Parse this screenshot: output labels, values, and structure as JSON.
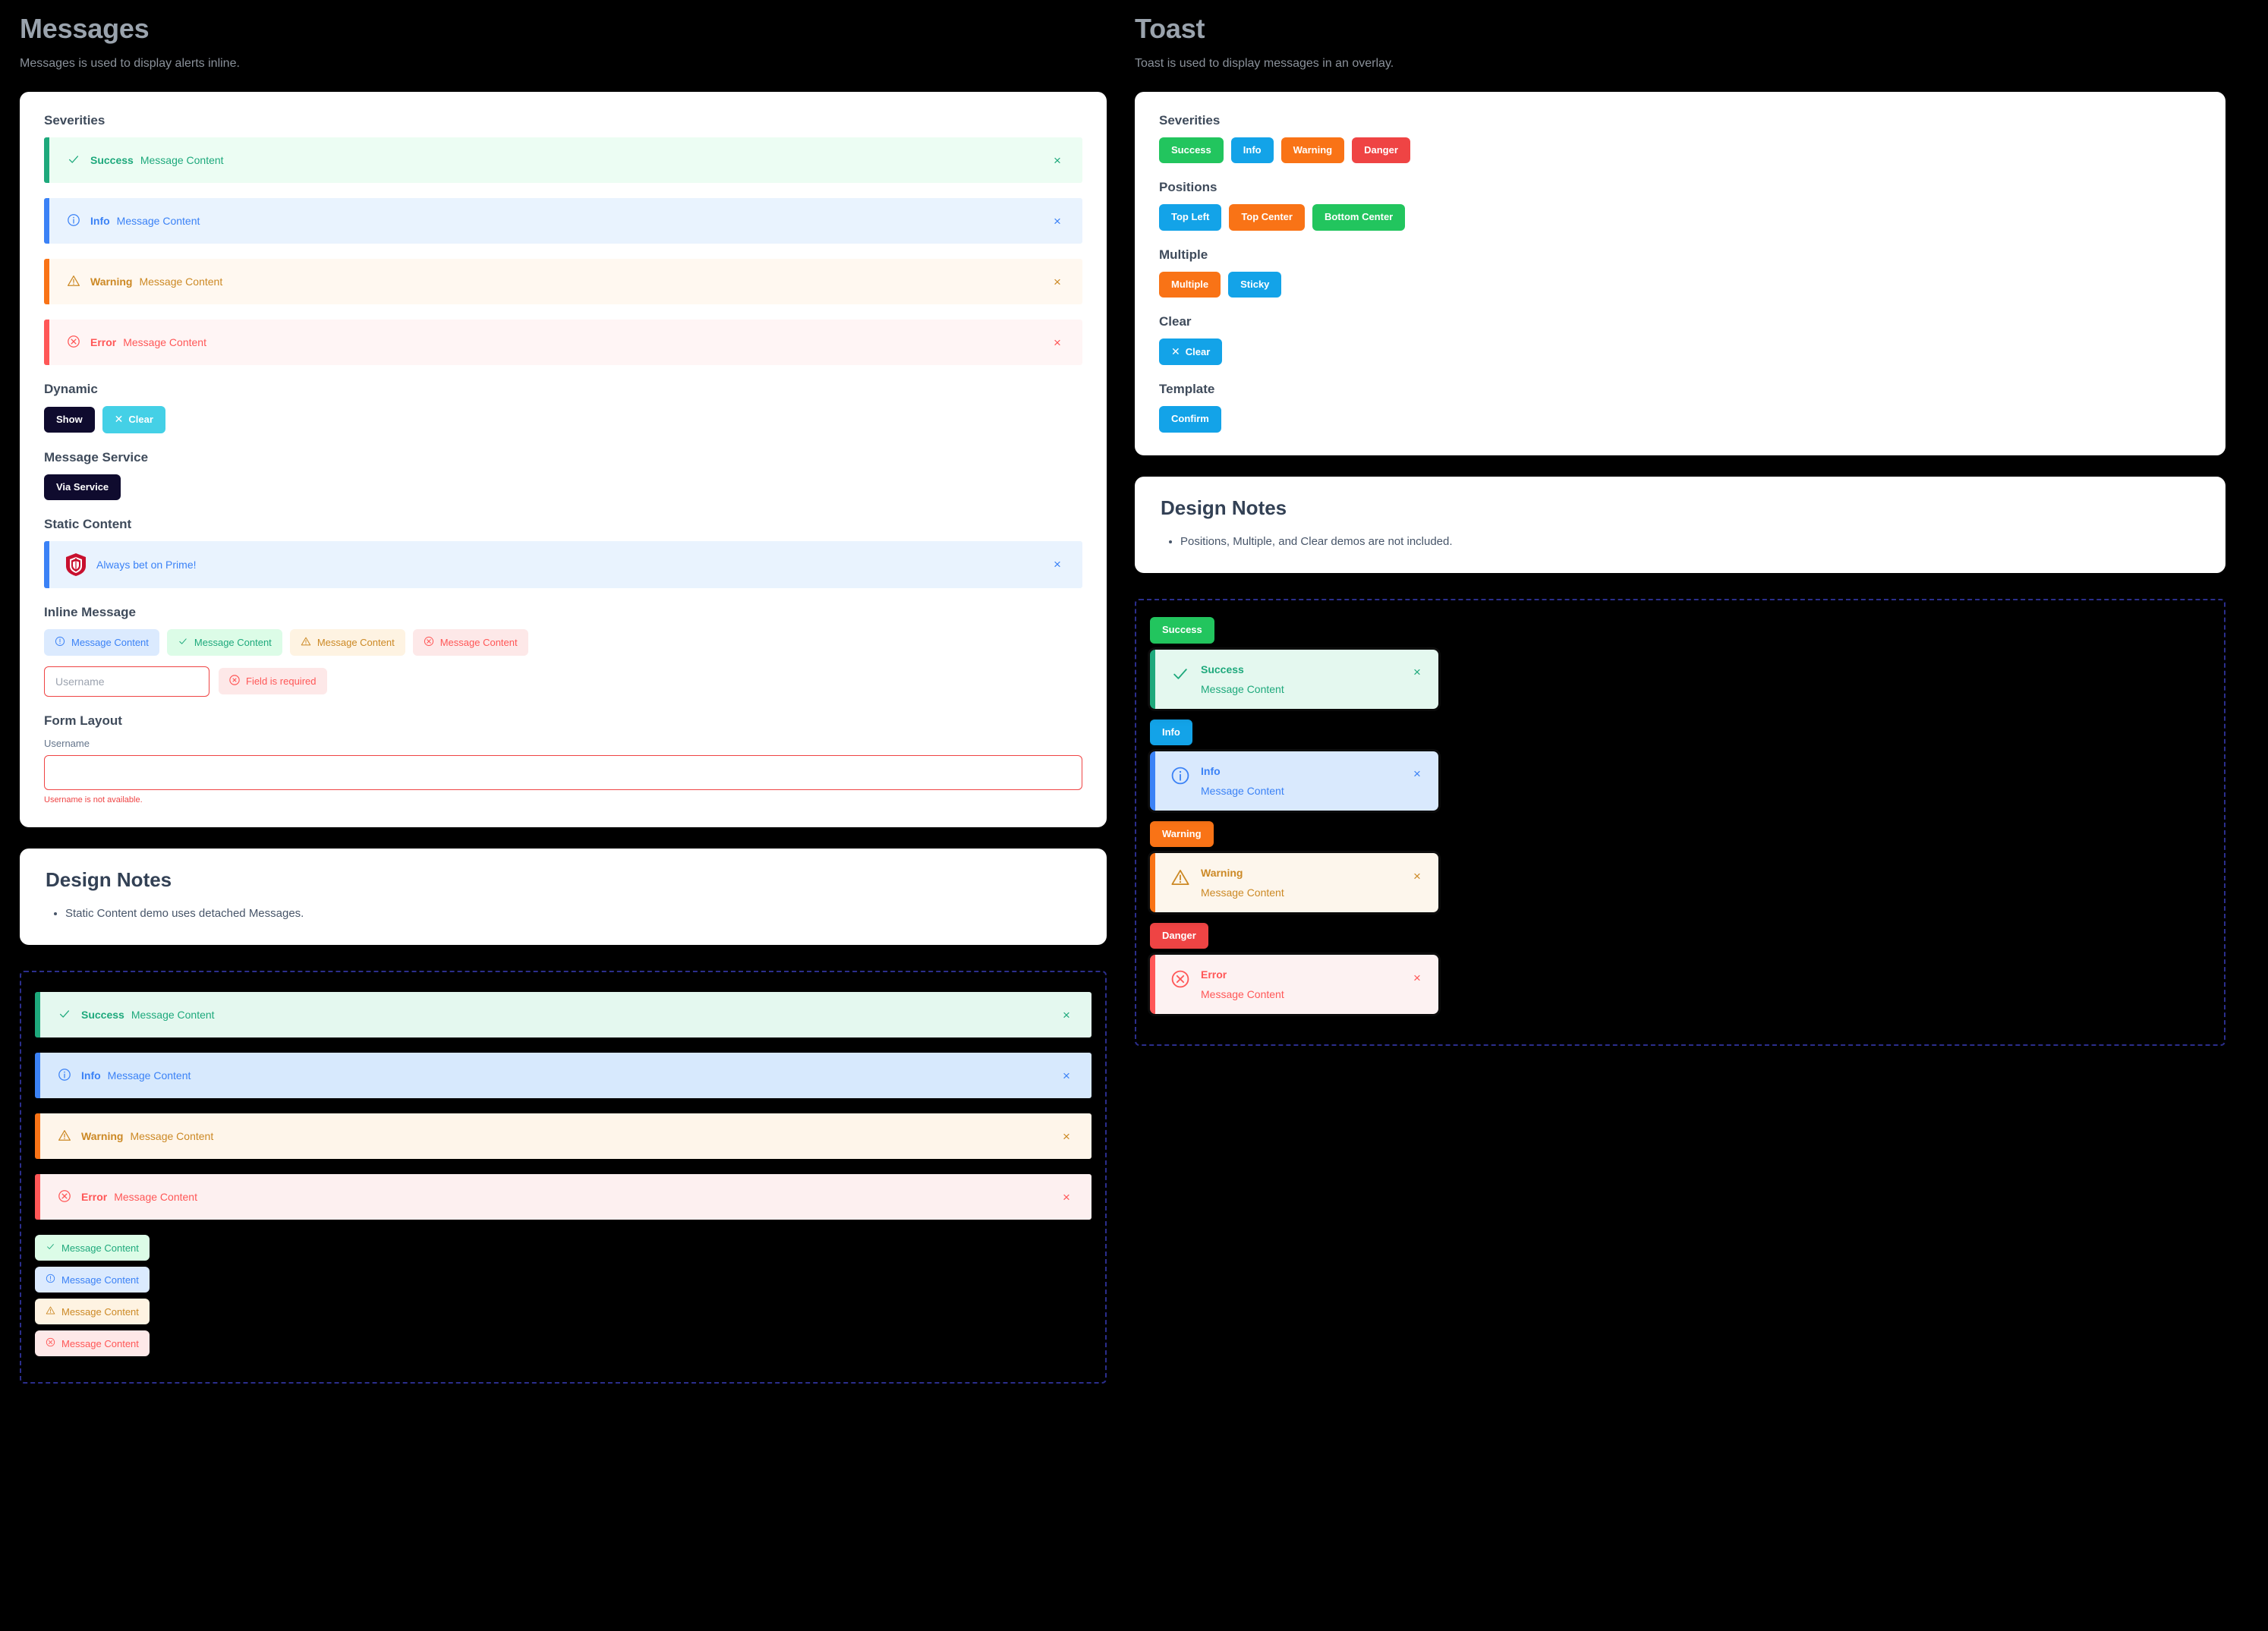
{
  "left": {
    "title": "Messages",
    "subtitle": "Messages is used to display alerts inline.",
    "severities_label": "Severities",
    "severities": [
      {
        "key": "success",
        "icon": "check-icon",
        "summary": "Success",
        "detail": "Message Content",
        "close": "×"
      },
      {
        "key": "info",
        "icon": "info-circle-icon",
        "summary": "Info",
        "detail": "Message Content",
        "close": "×"
      },
      {
        "key": "warn",
        "icon": "warning-triangle-icon",
        "summary": "Warning",
        "detail": "Message Content",
        "close": "×"
      },
      {
        "key": "error",
        "icon": "times-circle-icon",
        "summary": "Error",
        "detail": "Message Content",
        "close": "×"
      }
    ],
    "dynamic_label": "Dynamic",
    "dynamic_show": "Show",
    "dynamic_clear": "Clear",
    "dynamic_clear_icon": "times-icon",
    "service_label": "Message Service",
    "service_button": "Via Service",
    "static_label": "Static Content",
    "static_text": "Always bet on Prime!",
    "static_icon": "prime-logo-icon",
    "static_close": "×",
    "inline_label": "Inline Message",
    "inline_chips": [
      {
        "key": "info",
        "icon": "exclamation-circle-icon",
        "text": "Message Content"
      },
      {
        "key": "success",
        "icon": "check-icon",
        "text": "Message Content"
      },
      {
        "key": "warn",
        "icon": "warning-triangle-icon",
        "text": "Message Content"
      },
      {
        "key": "error",
        "icon": "times-circle-icon",
        "text": "Message Content"
      }
    ],
    "username_placeholder": "Username",
    "username_value": "",
    "required_text": "Field is required",
    "required_icon": "times-circle-icon",
    "form_label": "Form Layout",
    "form_field_label": "Username",
    "form_field_value": "",
    "form_error": "Username is not available.",
    "notes_title": "Design Notes",
    "notes": [
      "Static Content demo uses detached Messages."
    ],
    "detached": [
      {
        "key": "success",
        "icon": "check-icon",
        "summary": "Success",
        "detail": "Message Content",
        "close": "×"
      },
      {
        "key": "info",
        "icon": "info-circle-icon",
        "summary": "Info",
        "detail": "Message Content",
        "close": "×"
      },
      {
        "key": "warn",
        "icon": "warning-triangle-icon",
        "summary": "Warning",
        "detail": "Message Content",
        "close": "×"
      },
      {
        "key": "error",
        "icon": "times-circle-icon",
        "summary": "Error",
        "detail": "Message Content",
        "close": "×"
      }
    ],
    "detached_chips": [
      {
        "key": "success",
        "icon": "check-icon",
        "text": "Message Content"
      },
      {
        "key": "info",
        "icon": "exclamation-circle-icon",
        "text": "Message Content"
      },
      {
        "key": "warn",
        "icon": "warning-triangle-icon",
        "text": "Message Content"
      },
      {
        "key": "error",
        "icon": "times-circle-icon",
        "text": "Message Content"
      }
    ]
  },
  "right": {
    "title": "Toast",
    "subtitle": "Toast is used to display messages in an overlay.",
    "severities_label": "Severities",
    "severity_buttons": [
      {
        "label": "Success",
        "color": "#22c55e",
        "cls": "btn-green"
      },
      {
        "label": "Info",
        "color": "#13a3e8",
        "cls": "btn-blue"
      },
      {
        "label": "Warning",
        "color": "#f97316",
        "cls": "btn-orange"
      },
      {
        "label": "Danger",
        "color": "#ef4444",
        "cls": "btn-red"
      }
    ],
    "positions_label": "Positions",
    "position_buttons": [
      {
        "label": "Top Left",
        "cls": "btn-blue"
      },
      {
        "label": "Top Center",
        "cls": "btn-orange"
      },
      {
        "label": "Bottom Center",
        "cls": "btn-green"
      }
    ],
    "multiple_label": "Multiple",
    "multiple_buttons": [
      {
        "label": "Multiple",
        "cls": "btn-orange"
      },
      {
        "label": "Sticky",
        "cls": "btn-blue"
      }
    ],
    "clear_label": "Clear",
    "clear_button": "Clear",
    "clear_icon": "times-icon",
    "template_label": "Template",
    "template_button": "Confirm",
    "notes_title": "Design Notes",
    "notes": [
      "Positions, Multiple, and Clear demos are not included."
    ],
    "toasts": [
      {
        "key": "success",
        "button": "Success",
        "btn_cls": "btn-green",
        "icon": "check-icon",
        "summary": "Success",
        "detail": "Message Content",
        "close": "×"
      },
      {
        "key": "info",
        "button": "Info",
        "btn_cls": "btn-blue",
        "icon": "info-circle-icon",
        "summary": "Info",
        "detail": "Message Content",
        "close": "×"
      },
      {
        "key": "warn",
        "button": "Warning",
        "btn_cls": "btn-orange",
        "icon": "warning-triangle-icon",
        "summary": "Warning",
        "detail": "Message Content",
        "close": "×"
      },
      {
        "key": "error",
        "button": "Danger",
        "btn_cls": "btn-red",
        "icon": "times-circle-icon",
        "summary": "Error",
        "detail": "Message Content",
        "close": "×"
      }
    ]
  },
  "colors": {
    "success": "#1ea97c",
    "info": "#3b82f6",
    "warning": "#cc8925",
    "error": "#ff5757",
    "brand_dark": "#0f0b2e",
    "brand_cyan": "#44d0e6",
    "page_bg": "#000000",
    "card_bg": "#ffffff"
  }
}
